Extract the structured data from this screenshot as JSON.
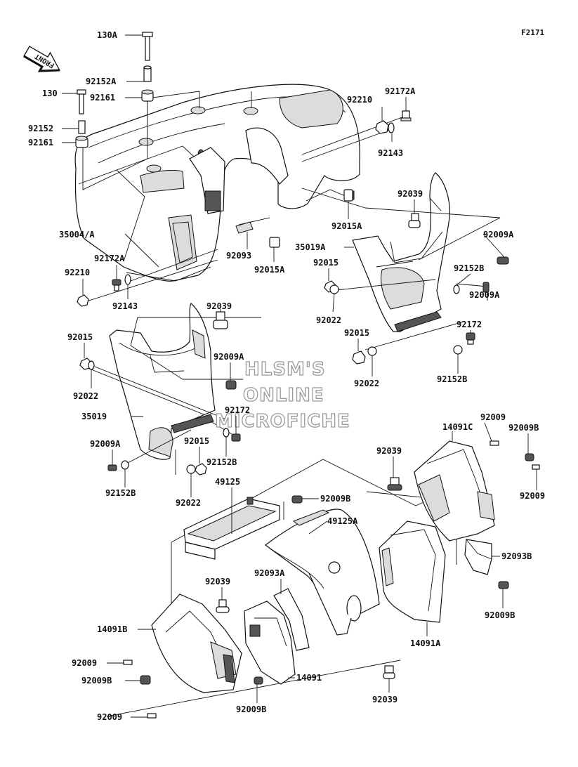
{
  "figure_id": "F2171",
  "front_label": "FRONT",
  "watermark": [
    "HLSM'S",
    "ONLINE",
    "MICROFICHE"
  ],
  "callouts": [
    {
      "id": "130a",
      "text": "130A"
    },
    {
      "id": "92152a",
      "text": "92152A"
    },
    {
      "id": "130",
      "text": "130"
    },
    {
      "id": "92161-top",
      "text": "92161"
    },
    {
      "id": "92152",
      "text": "92152"
    },
    {
      "id": "92161",
      "text": "92161"
    },
    {
      "id": "92210-top",
      "text": "92210"
    },
    {
      "id": "92172a-top",
      "text": "92172A"
    },
    {
      "id": "92143-top",
      "text": "92143"
    },
    {
      "id": "92039-a",
      "text": "92039"
    },
    {
      "id": "92015a-top",
      "text": "92015A"
    },
    {
      "id": "92009a-top",
      "text": "92009A"
    },
    {
      "id": "35004a",
      "text": "35004/A"
    },
    {
      "id": "92093",
      "text": "92093"
    },
    {
      "id": "35019a",
      "text": "35019A"
    },
    {
      "id": "92015a-mid",
      "text": "92015A"
    },
    {
      "id": "92172a-left",
      "text": "92172A"
    },
    {
      "id": "92210-left",
      "text": "92210"
    },
    {
      "id": "92143-left",
      "text": "92143"
    },
    {
      "id": "92015-right",
      "text": "92015"
    },
    {
      "id": "92152b-right",
      "text": "92152B"
    },
    {
      "id": "92009a-right",
      "text": "92009A"
    },
    {
      "id": "92022-right",
      "text": "92022"
    },
    {
      "id": "92039-b",
      "text": "92039"
    },
    {
      "id": "92015-right2",
      "text": "92015"
    },
    {
      "id": "92172-right",
      "text": "92172"
    },
    {
      "id": "92015-left",
      "text": "92015"
    },
    {
      "id": "92009a-mid",
      "text": "92009A"
    },
    {
      "id": "92022-right2",
      "text": "92022"
    },
    {
      "id": "92152b-right2",
      "text": "92152B"
    },
    {
      "id": "92022-left",
      "text": "92022"
    },
    {
      "id": "35019",
      "text": "35019"
    },
    {
      "id": "92172-left",
      "text": "92172"
    },
    {
      "id": "92009a-left",
      "text": "92009A"
    },
    {
      "id": "92015-left2",
      "text": "92015"
    },
    {
      "id": "92152b-left2",
      "text": "92152B"
    },
    {
      "id": "92152b-left",
      "text": "92152B"
    },
    {
      "id": "92022-left2",
      "text": "92022"
    },
    {
      "id": "49125",
      "text": "49125"
    },
    {
      "id": "92009-r1",
      "text": "92009"
    },
    {
      "id": "14091c",
      "text": "14091C"
    },
    {
      "id": "92009b-r1",
      "text": "92009B"
    },
    {
      "id": "92039-c",
      "text": "92039"
    },
    {
      "id": "92009-r2",
      "text": "92009"
    },
    {
      "id": "92009b-mid",
      "text": "92009B"
    },
    {
      "id": "49125a",
      "text": "49125A"
    },
    {
      "id": "92093b",
      "text": "92093B"
    },
    {
      "id": "92039-d",
      "text": "92039"
    },
    {
      "id": "92093a",
      "text": "92093A"
    },
    {
      "id": "92009b-r2",
      "text": "92009B"
    },
    {
      "id": "14091b",
      "text": "14091B"
    },
    {
      "id": "14091a",
      "text": "14091A"
    },
    {
      "id": "92009-l1",
      "text": "92009"
    },
    {
      "id": "92009b-l1",
      "text": "92009B"
    },
    {
      "id": "14091",
      "text": "14091"
    },
    {
      "id": "92039-e",
      "text": "92039"
    },
    {
      "id": "92009-l2",
      "text": "92009"
    },
    {
      "id": "92009b-l2",
      "text": "92009B"
    }
  ]
}
